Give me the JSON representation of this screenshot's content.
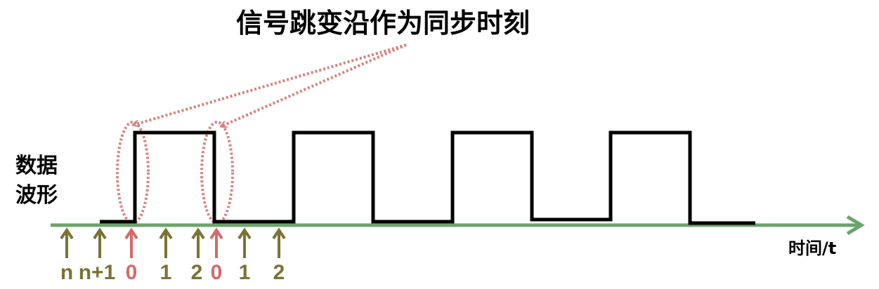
{
  "title": "信号跳变沿作为同步时刻",
  "ylabel_line1": "数据",
  "ylabel_line2": "波形",
  "axis_label": "时间/t",
  "ticks": [
    {
      "label": "n",
      "kind": "olive"
    },
    {
      "label": "n+1",
      "kind": "olive"
    },
    {
      "label": "0",
      "kind": "red"
    },
    {
      "label": "1",
      "kind": "olive"
    },
    {
      "label": "2",
      "kind": "olive"
    },
    {
      "label": "0",
      "kind": "red"
    },
    {
      "label": "1",
      "kind": "olive"
    },
    {
      "label": "2",
      "kind": "olive"
    }
  ],
  "colors": {
    "axis": "#6ea36e",
    "waveform": "#000000",
    "olive": "#7a7335",
    "red": "#d46a6a",
    "annotation": "#d98080"
  }
}
